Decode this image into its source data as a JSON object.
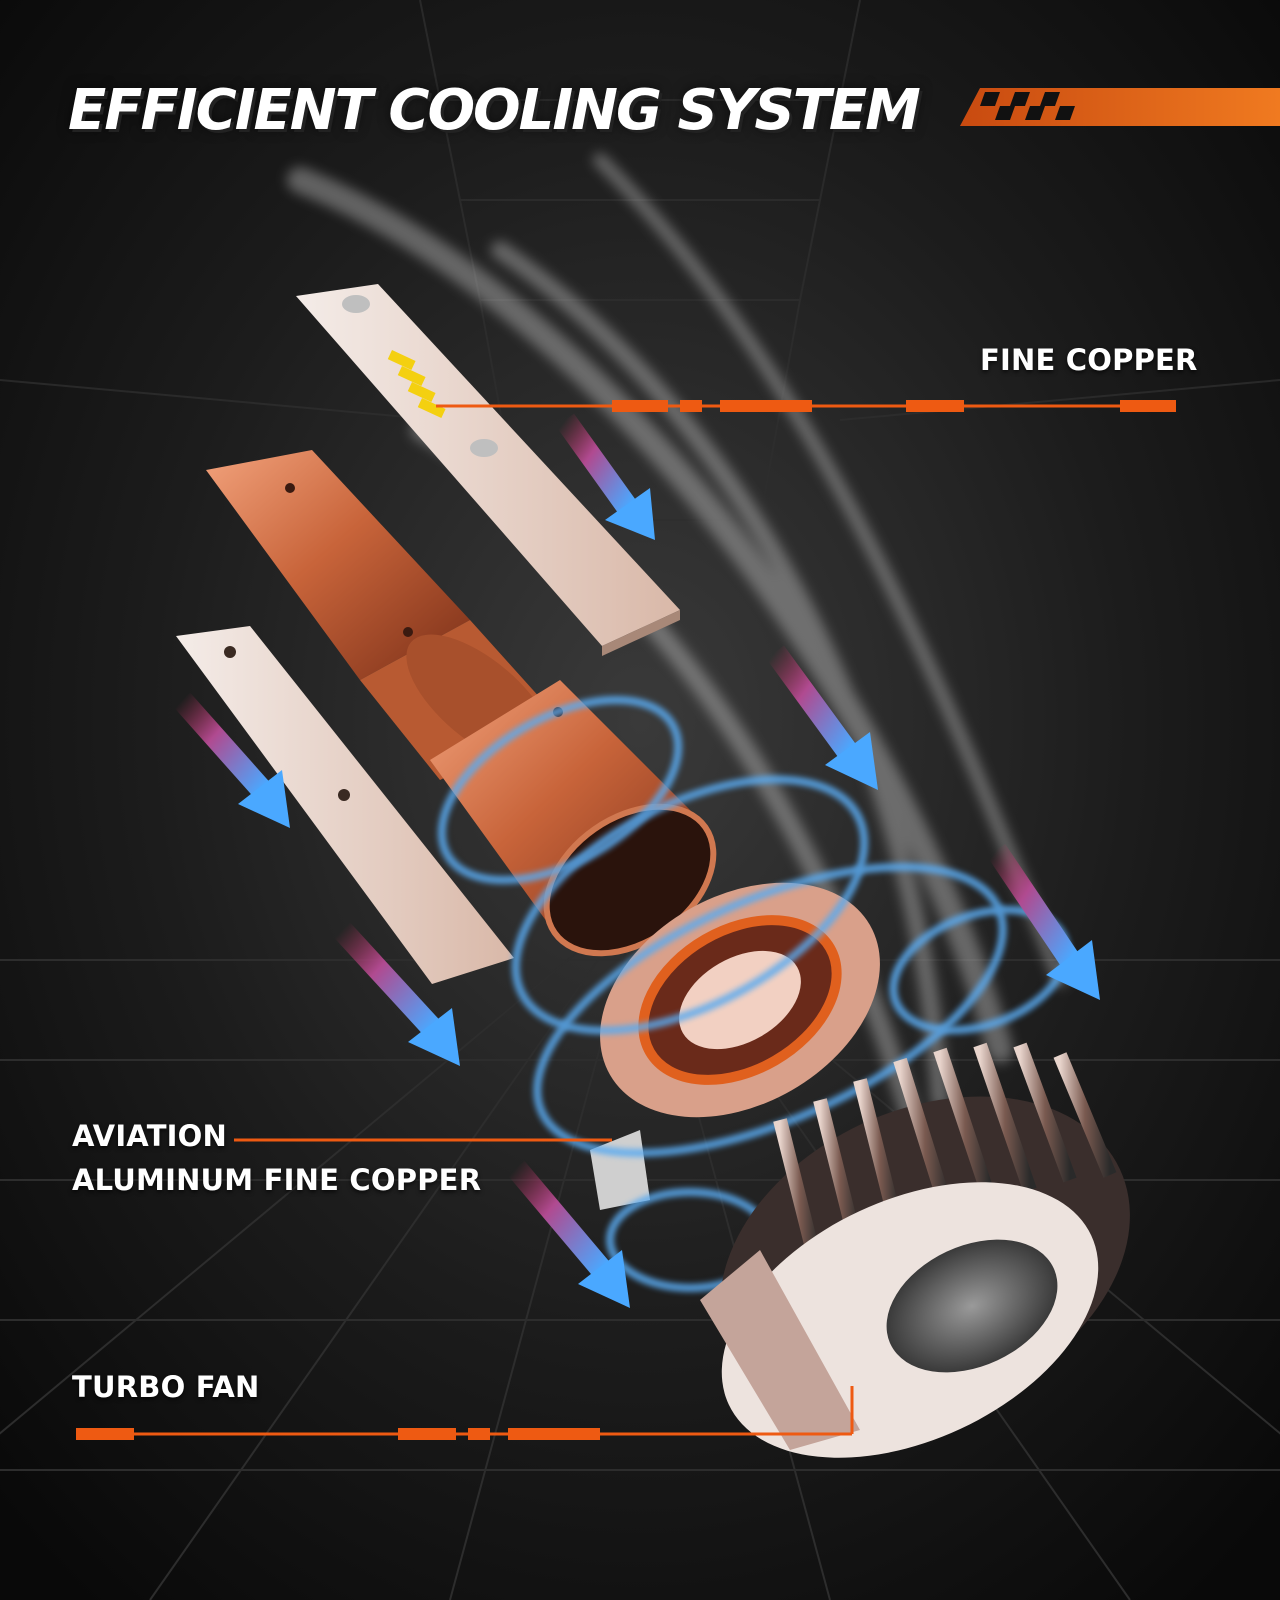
{
  "title": "EFFICIENT COOLING SYSTEM",
  "labels": {
    "fine_copper": "FINE COPPER",
    "aviation_line1": "AVIATION",
    "aviation_line2": "ALUMINUM FINE COPPER",
    "turbo_fan": "TURBO FAN"
  },
  "colors": {
    "accent": "#ee5a12",
    "airflow_blue": "#5aaaf0",
    "copper": "#c8643a"
  }
}
